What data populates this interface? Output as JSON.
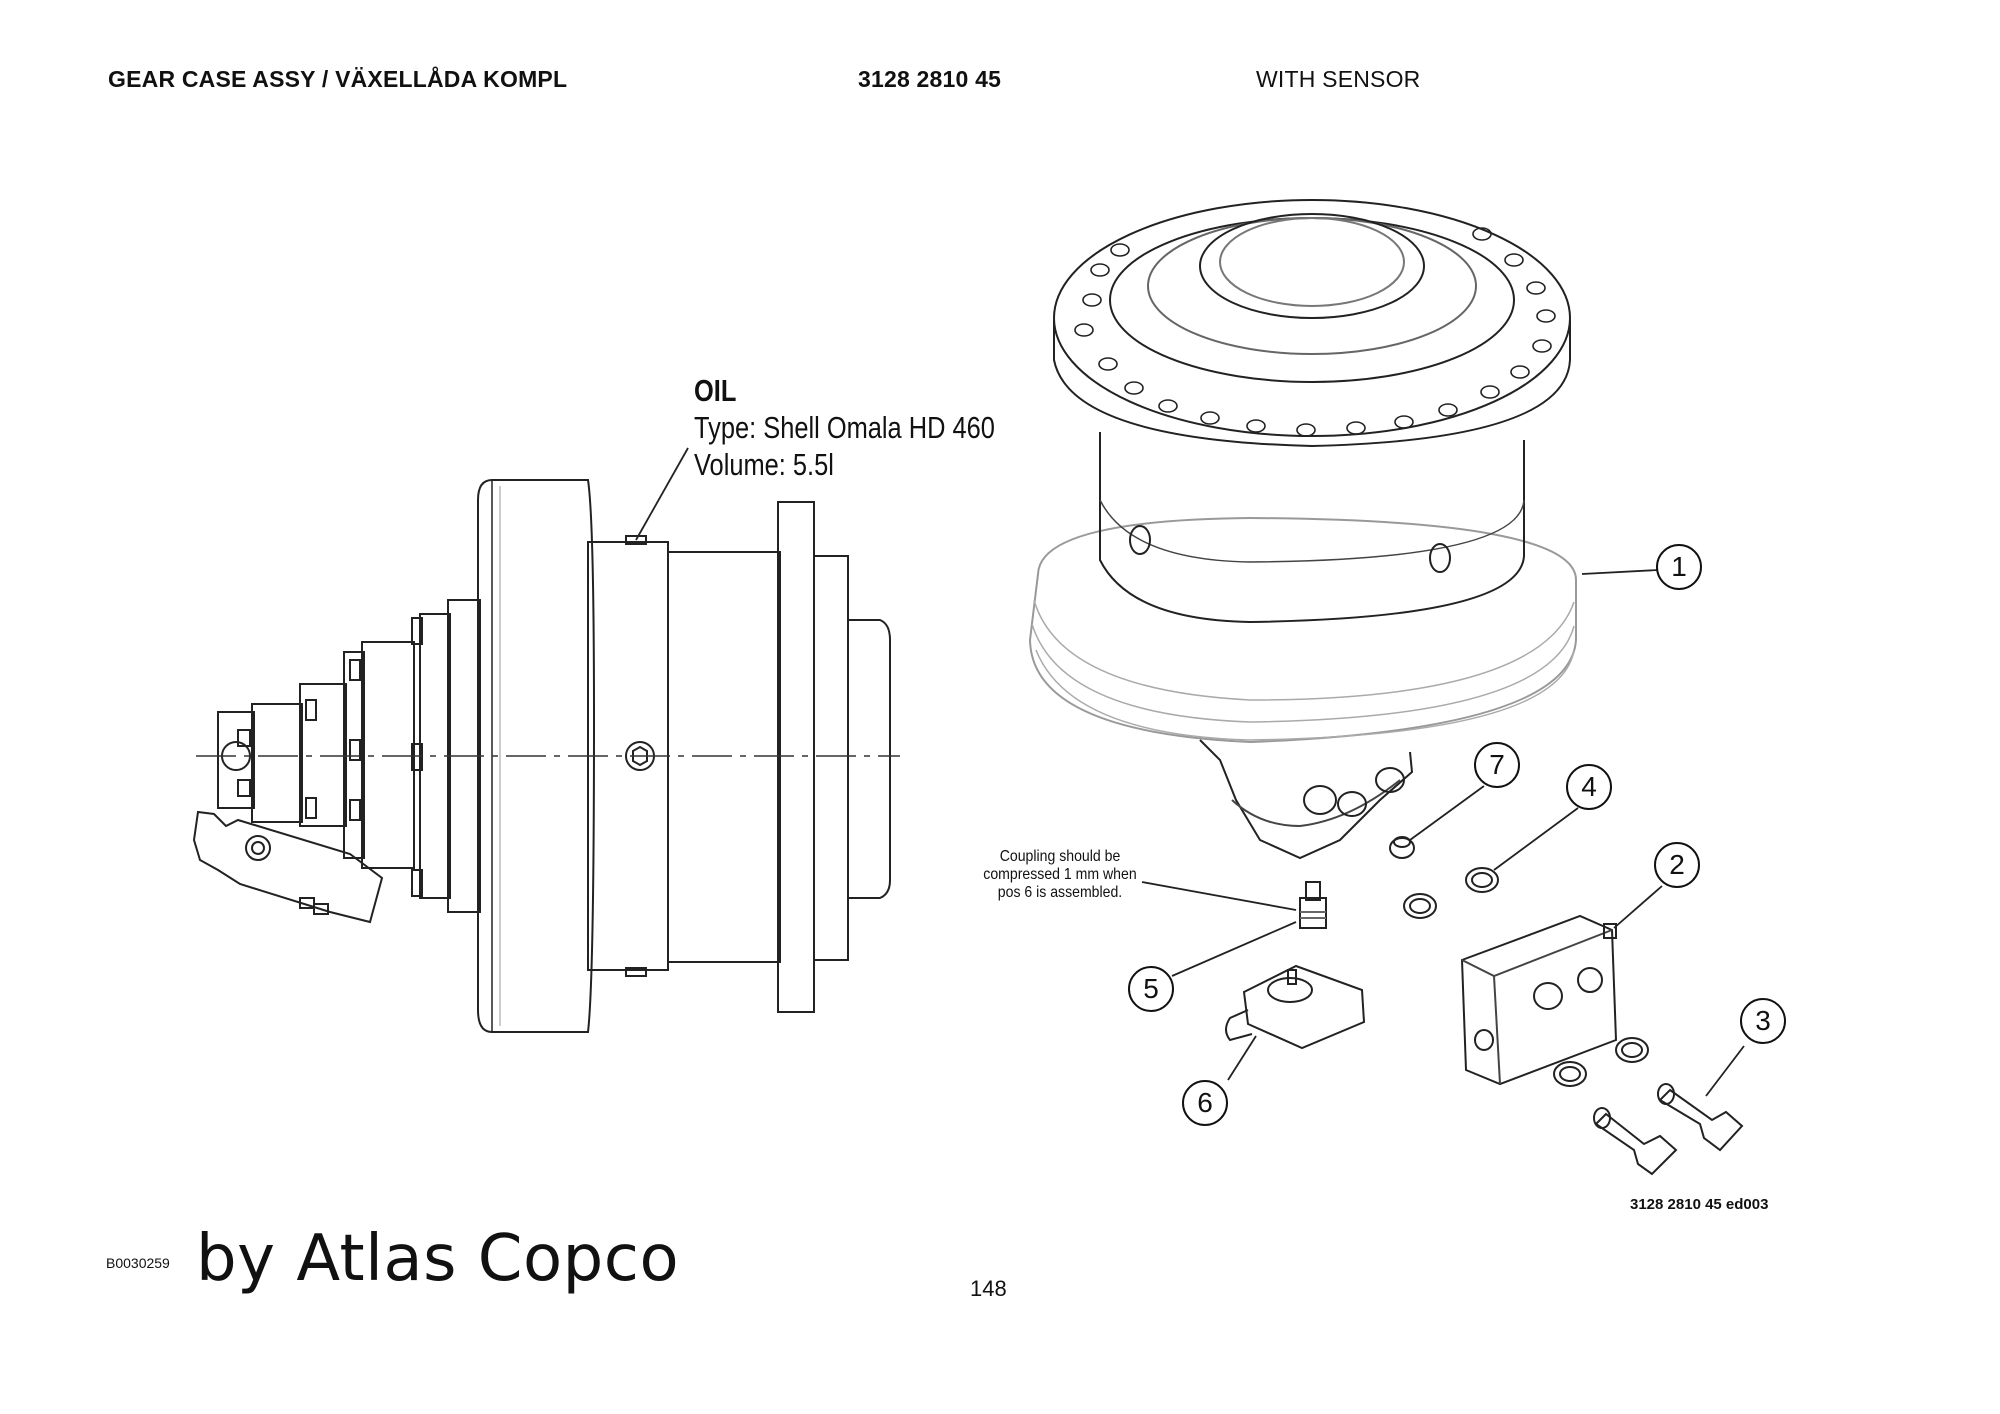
{
  "header": {
    "title": "GEAR CASE ASSY / VÄXELLÅDA KOMPL",
    "part_number": "3128 2810 45",
    "variant": "WITH SENSOR"
  },
  "oil_note": {
    "heading": "OIL",
    "type": "Type: Shell Omala HD 460",
    "volume": "Volume: 5.5l"
  },
  "coupling_note": {
    "line1": "Coupling should be",
    "line2": "compressed 1 mm when",
    "line3": "pos 6 is assembled."
  },
  "callouts": [
    "1",
    "2",
    "3",
    "4",
    "5",
    "6",
    "7"
  ],
  "footer": {
    "image_code": "3128 2810 45 ed003",
    "doc_id": "B0030259",
    "brand": "by Atlas Copco",
    "page_number": "148"
  }
}
